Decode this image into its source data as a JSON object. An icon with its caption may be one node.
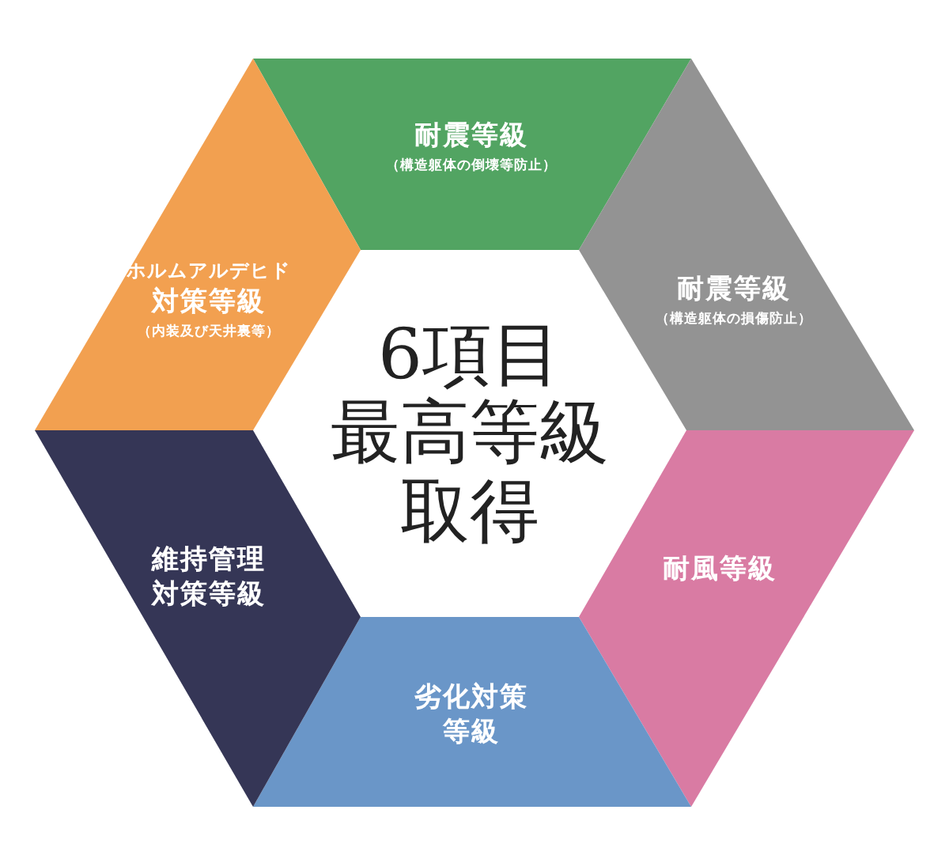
{
  "diagram": {
    "nodes": [
      {
        "text": [
          "6項目",
          "最高等級",
          "取得"
        ]
      },
      {
        "text": [
          "耐震等級",
          "（構造躯体の倒壊等防止）"
        ]
      },
      {
        "text": [
          "耐震等級",
          "（構造躯体の損傷防止）"
        ]
      },
      {
        "text": [
          "耐風等級"
        ]
      },
      {
        "text": [
          "劣化対策等級"
        ]
      },
      {
        "text": [
          "維持管理対策等級"
        ]
      },
      {
        "text": [
          "ホルムアルデヒド",
          "対策等級",
          "（内装及び天井裏等）"
        ]
      }
    ]
  }
}
